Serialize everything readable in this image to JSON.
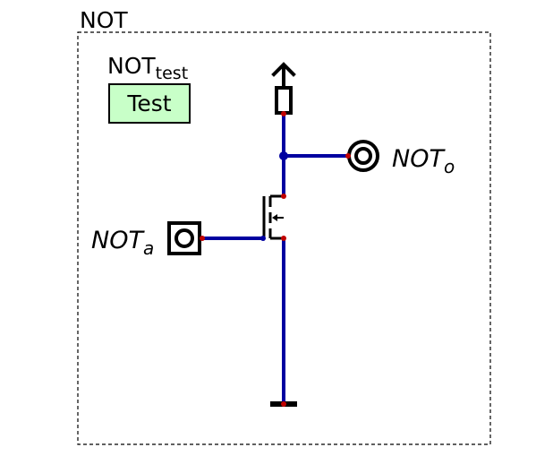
{
  "circuit": {
    "title": "NOT",
    "test": {
      "label_main": "NOT",
      "label_sub": "test",
      "button_label": "Test"
    },
    "input": {
      "label_main": "NOT",
      "label_sub": "a"
    },
    "output": {
      "label_main": "NOT",
      "label_sub": "o"
    },
    "colors": {
      "wire": "#0000a0",
      "terminal": "#c00000",
      "button_fill": "#c8ffc8",
      "border": "#000000"
    },
    "icons": {
      "power": "power-supply-arrow-icon",
      "resistor": "pull-up-resistor-icon",
      "transistor": "nmos-transistor-icon",
      "input": "input-square-pin-icon",
      "output": "output-ring-pin-icon",
      "ground": "ground-bar-icon"
    }
  }
}
